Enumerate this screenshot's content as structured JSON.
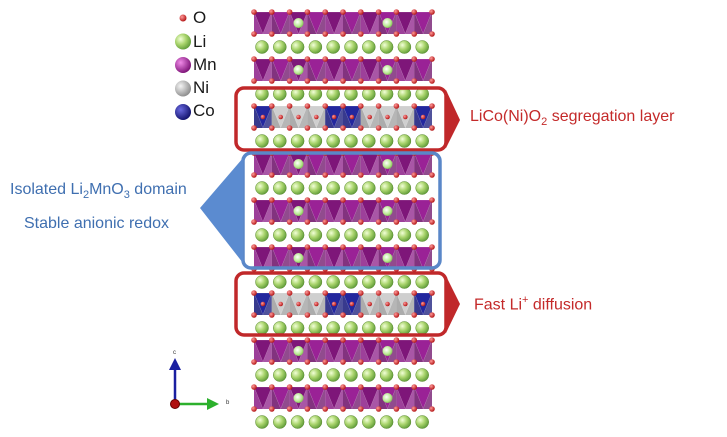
{
  "legend": [
    {
      "symbol": "O",
      "color": "#d62020"
    },
    {
      "symbol": "Li",
      "color": "#7cc05a"
    },
    {
      "symbol": "Mn",
      "color": "#a0209a"
    },
    {
      "symbol": "Ni",
      "color": "#9a9a9a"
    },
    {
      "symbol": "Co",
      "color": "#1a1fa0"
    }
  ],
  "annotations": {
    "segregation": {
      "prefix": "LiCo(Ni)O",
      "sub": "2",
      "suffix": " segregation layer"
    },
    "diffusion": {
      "prefix": "Fast Li",
      "sup": "+",
      "suffix": " diffusion"
    },
    "domain": {
      "prefix": "Isolated Li",
      "sub1": "2",
      "mid": "MnO",
      "sub2": "3",
      "suffix": " domain"
    },
    "redox": "Stable anionic redox"
  },
  "axes": {
    "c": "c",
    "b": "b"
  },
  "colors": {
    "red_box": "#c0282a",
    "blue_box": "#5a87c8",
    "mn_purple": "#8e1c8a",
    "co_blue": "#1f239a",
    "ni_gray": "#b8b8b8",
    "li_green": "#a8d46a",
    "o_red": "#d62020"
  }
}
